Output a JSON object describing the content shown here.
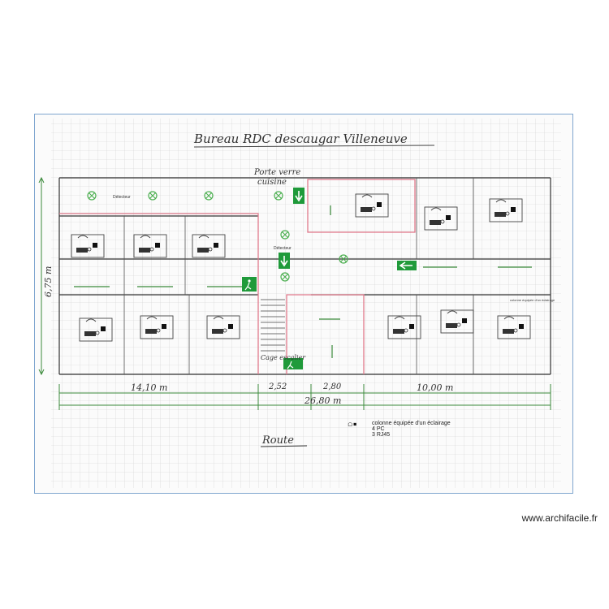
{
  "title": "Bureau RDC descaugar Villeneuve",
  "labels": {
    "detecteur": "Détecteur",
    "porte_verre": "Porte verre",
    "cuisine": "cuisine",
    "cage_escalier": "Cage escalier",
    "colonne_note": "colonne équipée d'un éclairage",
    "scale_word": "Route"
  },
  "dimensions": {
    "height": "6,75 m",
    "left_span": "14,10 m",
    "stair": "2,52",
    "corridor": "2,80",
    "right_span": "10,00 m",
    "total": "26,80 m"
  },
  "legend": {
    "line1": "colonne équipée d'un éclairage",
    "line2": "4 PC",
    "line3": "3 RJ45"
  },
  "watermark": "www.archifacile.fr",
  "colors": {
    "frame": "#7fa6cf",
    "grid": "#c9c9c9",
    "wall": "#333333",
    "partition_red": "#e07a8c",
    "dimension_green": "#3b8a3b",
    "exit_sign": "#1f9a3a",
    "light_fixture": "#4caf50"
  }
}
